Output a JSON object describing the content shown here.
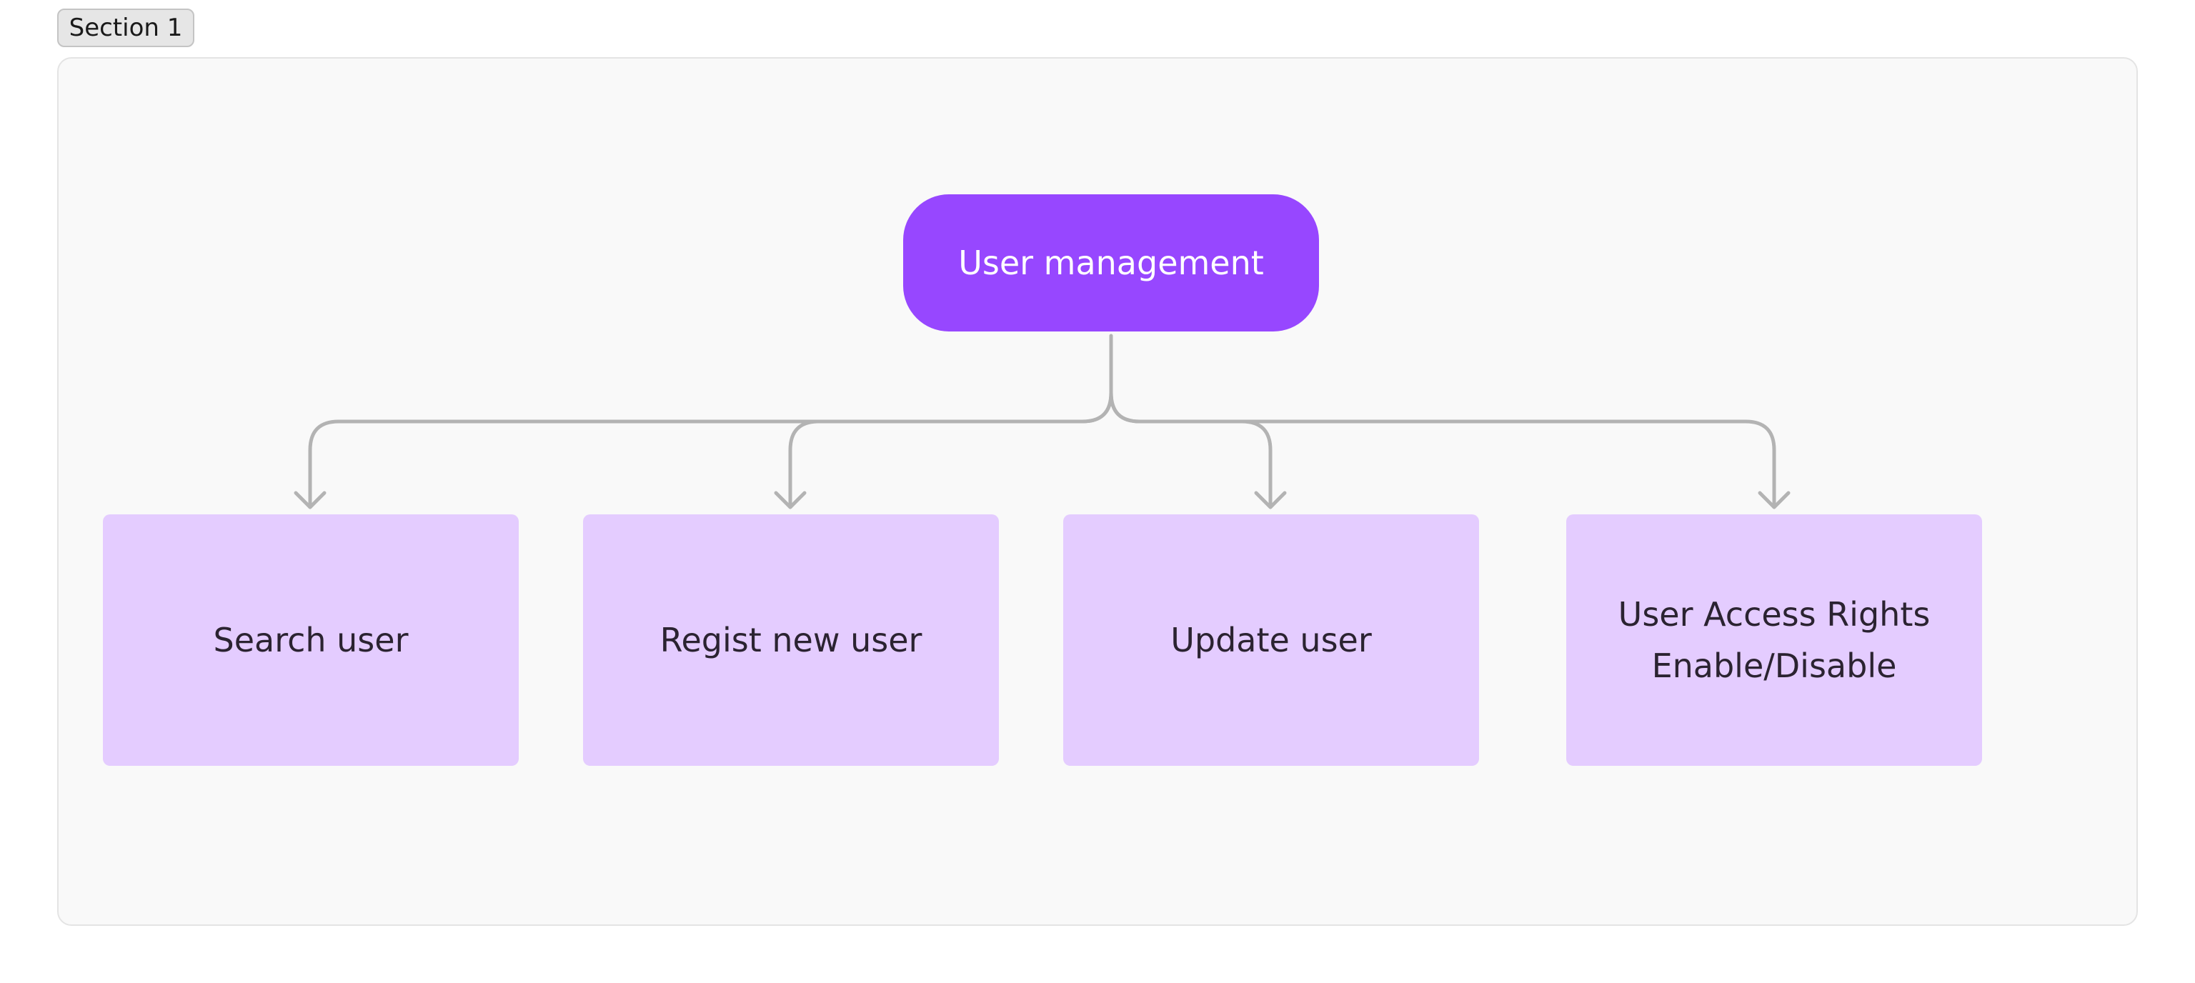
{
  "section": {
    "label": "Section 1"
  },
  "diagram": {
    "root": {
      "label": "User management"
    },
    "children": [
      {
        "label": "Search user"
      },
      {
        "label": "Regist new user"
      },
      {
        "label": "Update user"
      },
      {
        "label": "User Access Rights\nEnable/Disable"
      }
    ]
  },
  "colors": {
    "root_fill": "#9747ff",
    "child_fill": "#e4ccff",
    "connector": "#b3b3b3",
    "section_background": "#f9f9f9"
  }
}
